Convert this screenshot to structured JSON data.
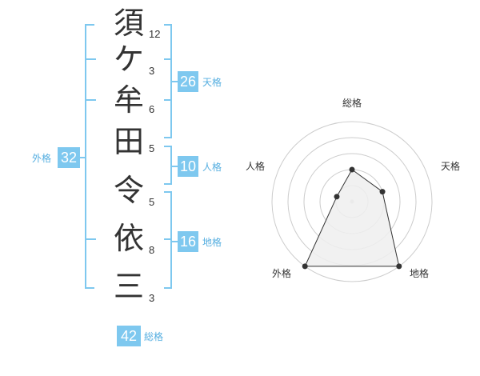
{
  "name_chars": [
    {
      "char": "須",
      "strokes": "12"
    },
    {
      "char": "ケ",
      "strokes": "3"
    },
    {
      "char": "牟",
      "strokes": "6"
    },
    {
      "char": "田",
      "strokes": "5"
    },
    {
      "char": "令",
      "strokes": "5"
    },
    {
      "char": "依",
      "strokes": "8"
    },
    {
      "char": "三",
      "strokes": "3"
    }
  ],
  "fortunes": {
    "tenkaku": {
      "value": "26",
      "label": "天格"
    },
    "jinkaku": {
      "value": "10",
      "label": "人格"
    },
    "chikaku": {
      "value": "16",
      "label": "地格"
    },
    "gaikaku": {
      "value": "32",
      "label": "外格"
    },
    "soukaku": {
      "value": "42",
      "label": "総格"
    }
  },
  "radar": {
    "axes": [
      "総格",
      "天格",
      "地格",
      "外格",
      "人格"
    ],
    "values": [
      2,
      2,
      5,
      5,
      1
    ],
    "max": 5,
    "ring_color": "#cccccc",
    "fill_color": "#eeeeee",
    "line_color": "#333333"
  },
  "colors": {
    "accent": "#7ec8ef",
    "accent_text": "#55aee0",
    "text": "#333333"
  }
}
